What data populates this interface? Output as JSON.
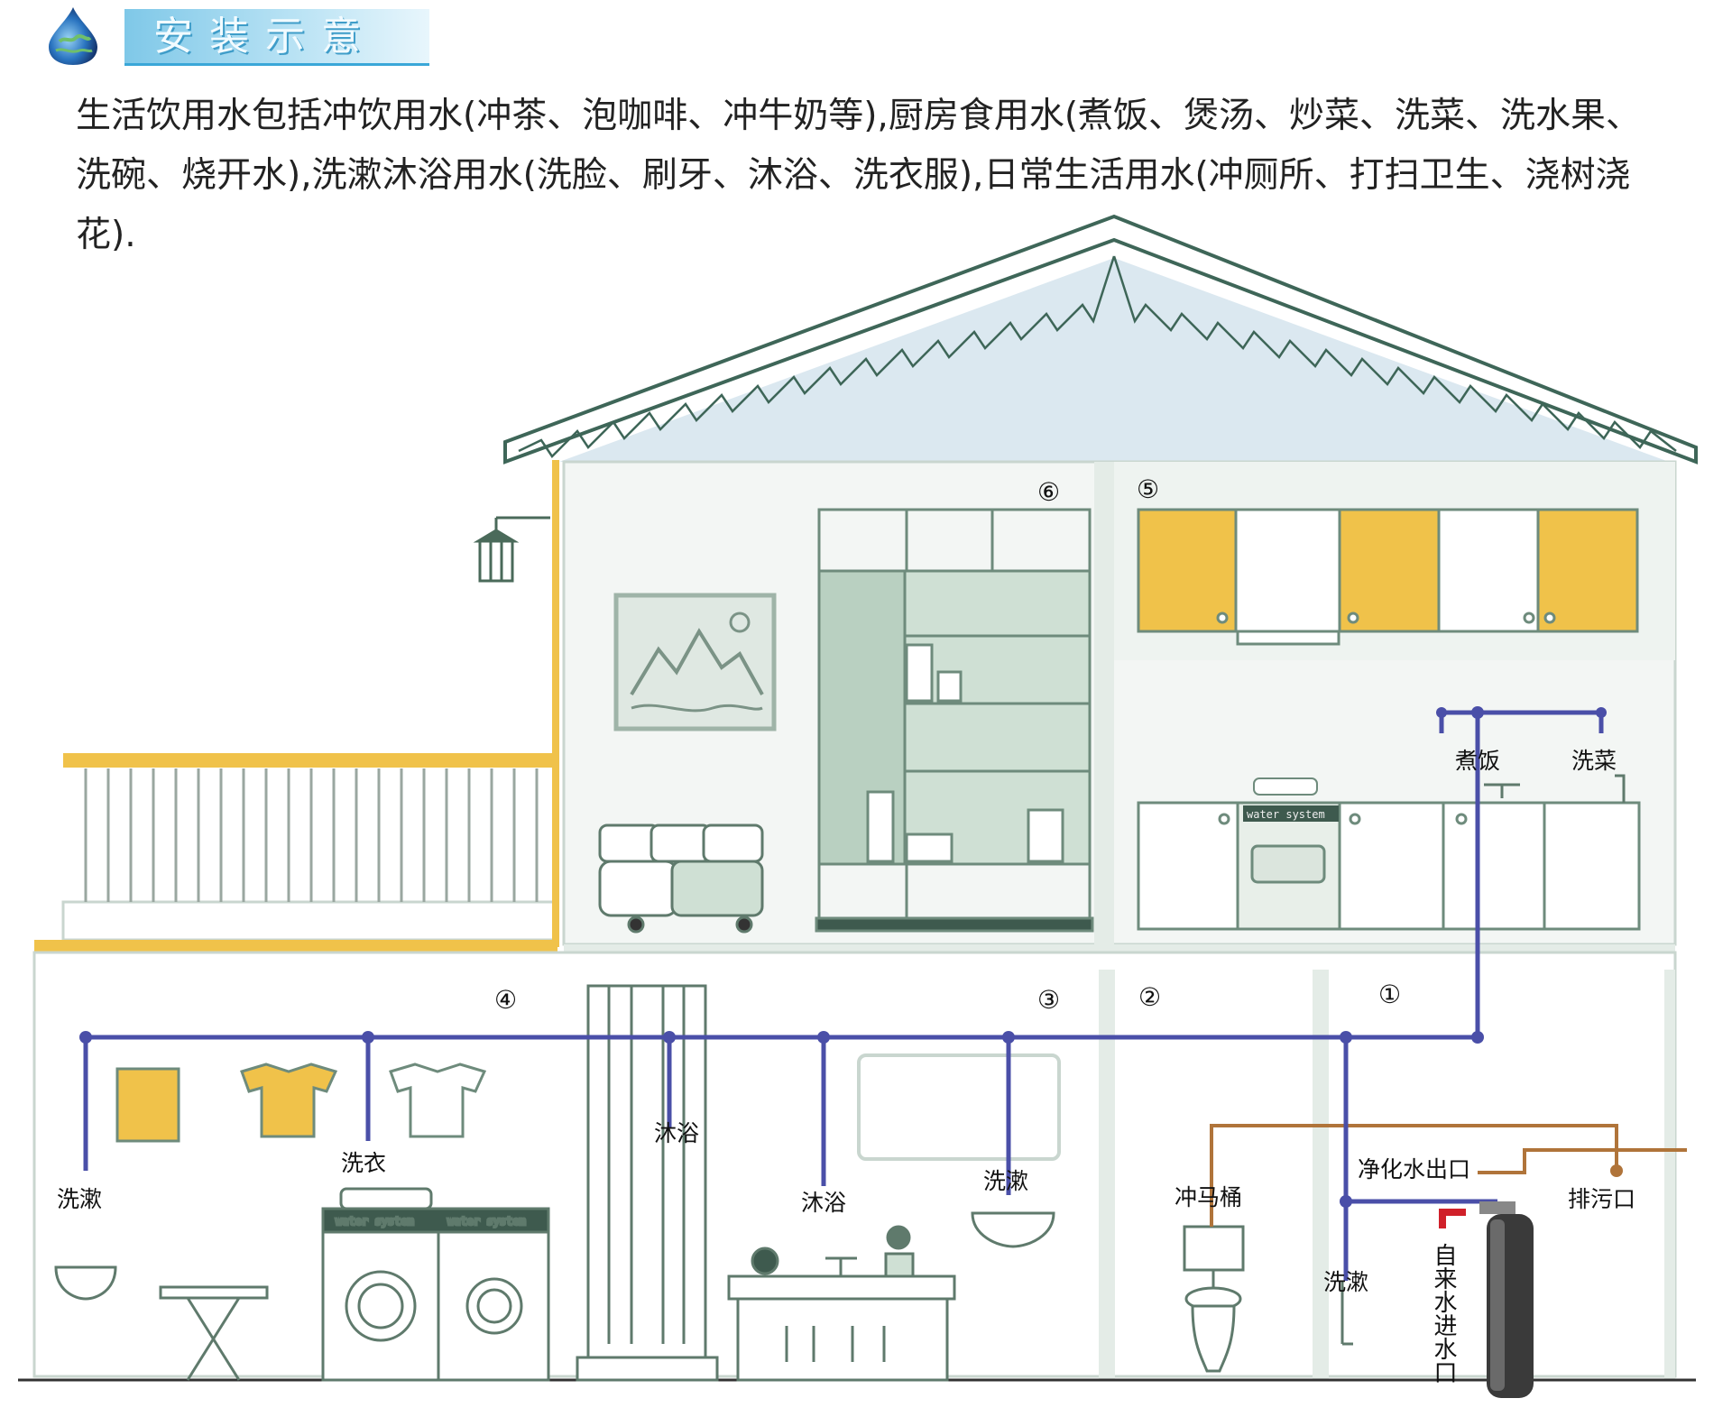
{
  "header": {
    "title": "安装示意"
  },
  "intro_text": "生活饮用水包括冲饮用水(冲茶、泡咖啡、冲牛奶等),厨房食用水(煮饭、煲汤、炒菜、洗菜、洗水果、洗碗、烧开水),洗漱沐浴用水(洗脸、刷牙、沐浴、洗衣服),日常生活用水(冲厕所、打扫卫生、浇树浇花).",
  "room_numbers": [
    "①",
    "②",
    "③",
    "④",
    "⑤",
    "⑥"
  ],
  "labels": {
    "cook_rice": "煮饭",
    "wash_vegetables": "洗菜",
    "wash_laundry": "洗衣",
    "wash_face_left": "洗漱",
    "shower_column": "沐浴",
    "shower_bath": "沐浴",
    "wash_face_mid": "洗漱",
    "flush_toilet": "冲马桶",
    "purified_outlet": "净化水出口",
    "drain_outlet": "排污口",
    "wash_face_right": "洗漱",
    "tap_water_inlet": "自来水进水口"
  },
  "appliance_text": {
    "water_system_kitchen": "water system",
    "water_system_washer_left": "water system",
    "water_system_washer_right": "water system"
  },
  "colors": {
    "pipe_purified": "#4a4fa8",
    "pipe_drain": "#b0743a",
    "wall_accent": "#f0c24a",
    "roof_sky": "#dbe8f0",
    "furniture_green": "#cfe0d4",
    "inlet_red": "#d0202a"
  }
}
